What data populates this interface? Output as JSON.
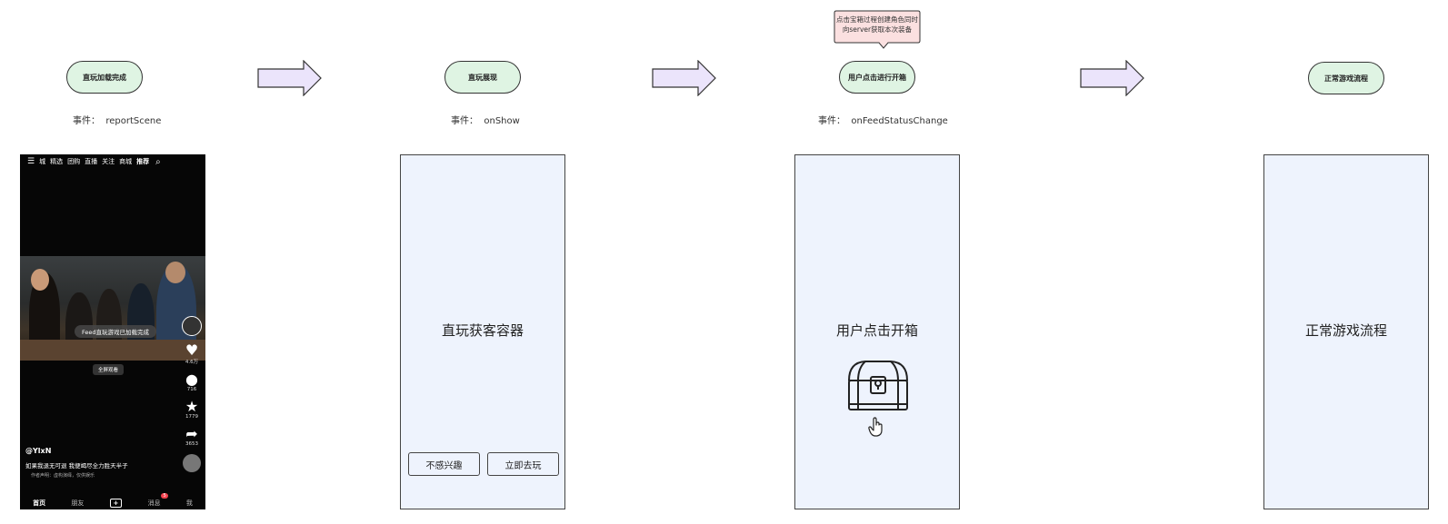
{
  "steps": [
    {
      "label": "直玩加载完成",
      "event_prefix": "事件：",
      "event_name": "reportScene"
    },
    {
      "label": "直玩展现",
      "event_prefix": "事件：",
      "event_name": "onShow"
    },
    {
      "label": "用户点击进行开箱",
      "event_prefix": "事件：",
      "event_name": "onFeedStatusChange"
    },
    {
      "label": "正常游戏流程"
    }
  ],
  "callout": {
    "line1": "点击宝箱过程创建角色同时",
    "line2": "向server获取本次装备"
  },
  "panels": {
    "container": {
      "title": "直玩获客容器",
      "btn_left": "不感兴趣",
      "btn_right": "立即去玩"
    },
    "open_box": {
      "title": "用户点击开箱"
    },
    "game": {
      "title": "正常游戏流程"
    }
  },
  "phone": {
    "nav_items": [
      "城",
      "精选",
      "团购",
      "直播",
      "关注",
      "商城",
      "推荐"
    ],
    "toast": "Feed直玩游戏已加载完成",
    "fullscreen": "全屏观看",
    "counts": [
      "4.6万",
      "716",
      "1779",
      "3653"
    ],
    "username": "@YlxN",
    "caption": "如果我退无可退 我便竭尽全力胜天半子",
    "disclaimer": "作者声明：虚构演绎，仅供娱乐",
    "bottom_tabs": [
      "首页",
      "朋友",
      "+",
      "消息",
      "我"
    ],
    "badge": "5"
  },
  "colors": {
    "pill_fill": "#dff4e3",
    "arrow_fill": "#ebe4fb",
    "panel_fill": "#eef3fd",
    "callout_fill": "#fbe0e0"
  }
}
